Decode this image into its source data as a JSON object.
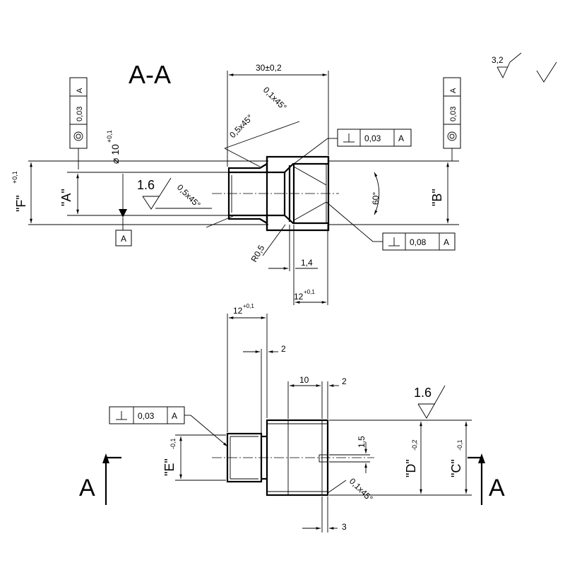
{
  "section_title": "A-A",
  "section_arrow_label": "A",
  "surface_finish": {
    "general": "3,2",
    "main_section": "1.6",
    "lower_view": "1.6"
  },
  "dimensions": {
    "length": "30±0,2",
    "chamfer_outer": "0,1x45°",
    "chamfer_inner": "0,5x45°",
    "chamfer_left": "0,5x45°",
    "diameter_label": "⌀ 10",
    "diameter_tol": "+0,1",
    "cone_angle": "60°",
    "radius": "R0,5",
    "groove_width": "1,4",
    "bore_depth": "12",
    "bore_depth_tol": "+0,1",
    "view_len": "12",
    "view_len_tol": "+0,1",
    "step_2": "2",
    "step_10": "10",
    "step_2b": "2",
    "slot_1_5": "1,5",
    "chamfer_view": "0,1x45°",
    "slot_3": "3"
  },
  "dim_labels": {
    "F": "\"F\"",
    "F_tol": "+0,1",
    "A": "\"A\"",
    "B": "\"B\"",
    "E": "\"E\"",
    "E_tol": "-0,1",
    "D": "\"D\"",
    "D_tol": "-0,2",
    "C": "\"C\"",
    "C_tol": "-0,1"
  },
  "tolerances": {
    "left_vertical": {
      "value": "0,03",
      "datum": "A"
    },
    "right_vertical": {
      "value": "0,03",
      "datum": "A"
    },
    "perp_top": {
      "value": "0,03",
      "datum": "A"
    },
    "perp_bottom": {
      "value": "0,08",
      "datum": "A"
    },
    "perp_view": {
      "value": "0,03",
      "datum": "A"
    }
  },
  "datum_marker": "A"
}
